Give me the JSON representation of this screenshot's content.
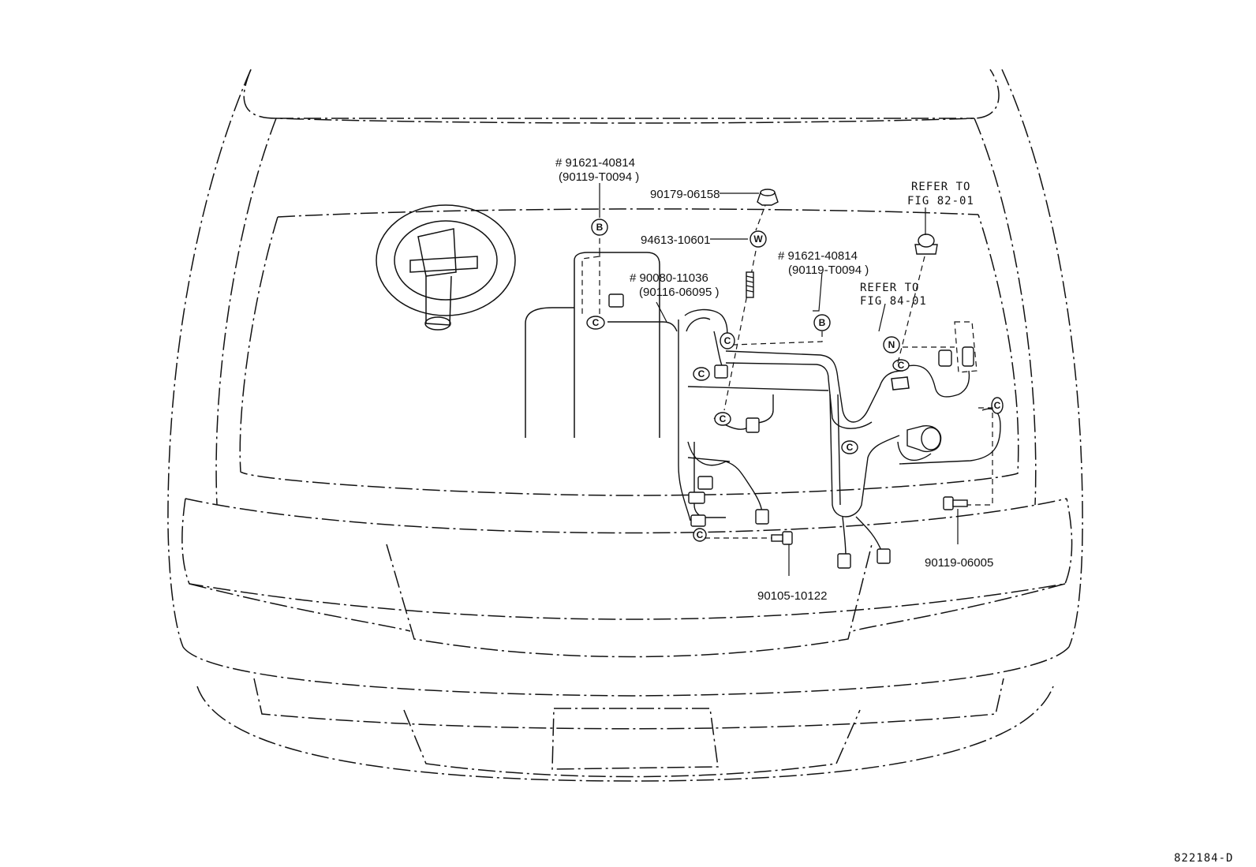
{
  "diagram_code": "822184-D",
  "labels": {
    "part_91621_top_main": "# 91621-40814",
    "part_91621_top_sub": "(90119-T0094 )",
    "part_90179": "90179-06158",
    "part_94613": "94613-10601",
    "part_91621_mid_main": "# 91621-40814",
    "part_91621_mid_sub": "(90119-T0094 )",
    "part_90080_main": "# 90080-11036",
    "part_90080_sub": "(90116-06095 )",
    "refer_82_line1": "REFER TO",
    "refer_82_line2": "FIG 82-01",
    "refer_84_line1": "REFER TO",
    "refer_84_line2": "FIG 84-01",
    "part_90119": "90119-06005",
    "part_90105": "90105-10122"
  },
  "badges": {
    "b_left": "B",
    "w": "W",
    "b_right": "B",
    "n": "N"
  },
  "clip_marks": {
    "c1": "C",
    "c2": "C",
    "c3": "C",
    "c4": "C",
    "c5": "C",
    "c6": "C",
    "c7": "C",
    "c8": "C"
  }
}
